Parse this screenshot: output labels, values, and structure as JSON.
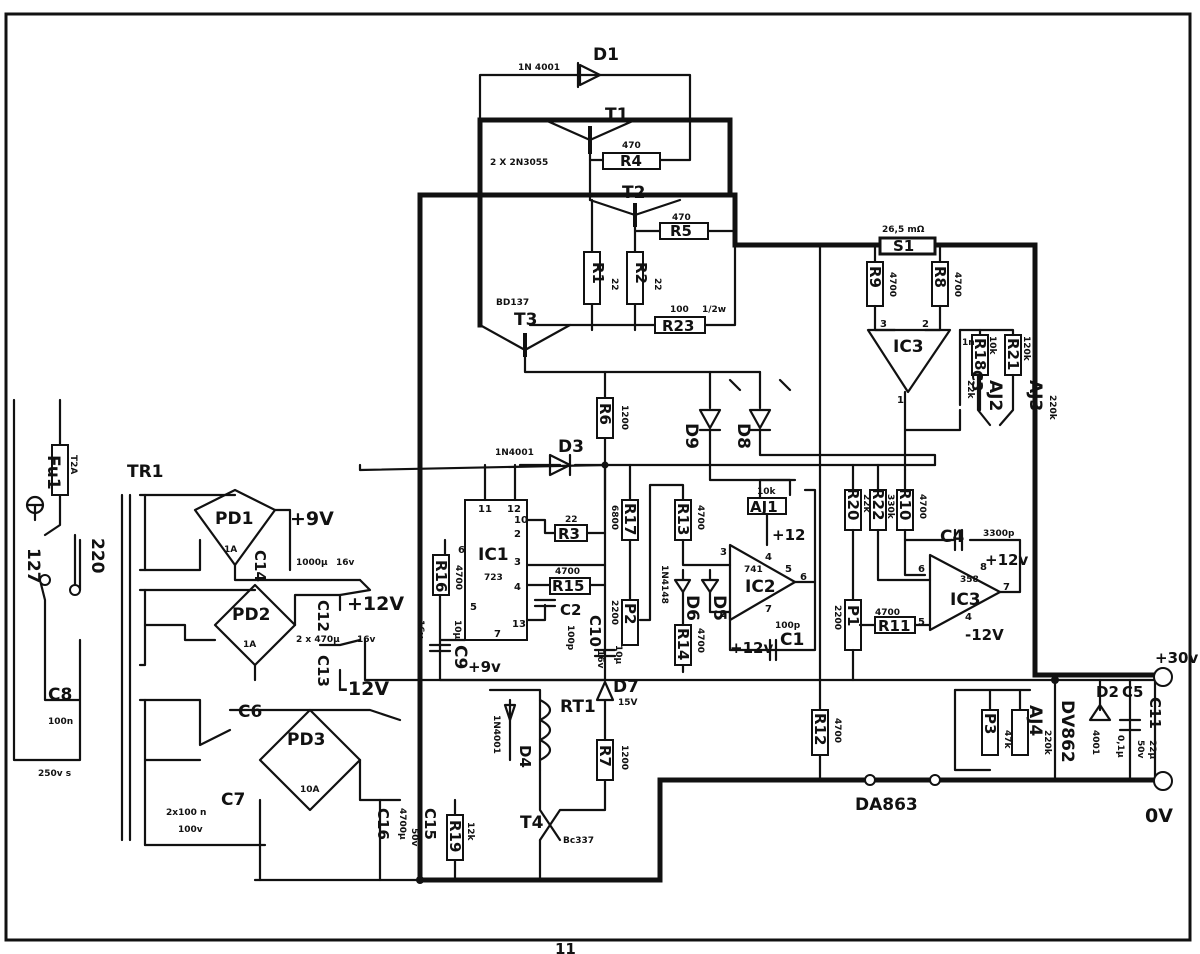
{
  "page_number": "11",
  "transformer": "TR1",
  "fuse": {
    "ref": "Fu1",
    "rating": "T2A"
  },
  "mains": {
    "v1": "127",
    "v2": "220",
    "c8": "C8",
    "c8_value": "100n",
    "c8_voltage": "250v s"
  },
  "transistors": {
    "t1": "T1",
    "t2": "T2",
    "t3": "T3",
    "t4": "T4",
    "t1_t2_type": "2 X 2N3055",
    "t3_type": "BD137",
    "t4_type": "Bc337"
  },
  "diodes": {
    "d1": "D1",
    "d1_type": "1N 4001",
    "d2": "D2",
    "d2_type": "4001",
    "d3": "D3",
    "d3_type": "1N4001",
    "d4": "D4",
    "d4_type": "1N4001",
    "d5": "D5",
    "d6": "D6",
    "d56_type": "1N4148",
    "d7": "D7",
    "d7_value": "15V",
    "d8": "D8",
    "d9": "D9"
  },
  "bridges": {
    "pd1": "PD1",
    "pd1_rating": "1A",
    "pd2": "PD2",
    "pd2_rating": "1A",
    "pd3": "PD3",
    "pd3_rating": "10A"
  },
  "resistors": {
    "r1": "R1",
    "r1_value": "22",
    "r2": "R2",
    "r2_value": "22",
    "r3": "R3",
    "r3_value": "22",
    "r4": "R4",
    "r4_value": "470",
    "r5": "R5",
    "r5_value": "470",
    "r6": "R6",
    "r6_value": "1200",
    "r7": "R7",
    "r7_value": "1200",
    "r8": "R8",
    "r8_value": "4700",
    "r9": "R9",
    "r9_value": "4700",
    "r10": "R10",
    "r10_value": "4700",
    "r11": "R11",
    "r11_value": "4700",
    "r12": "R12",
    "r12_value": "4700",
    "r13": "R13",
    "r13_value": "4700",
    "r14": "R14",
    "r14_value": "4700",
    "r15": "R15",
    "r15_value": "4700",
    "r16": "R16",
    "r16_value": "4700",
    "r17": "R17",
    "r17_value": "6800",
    "r18": "R18",
    "r18_value": "10k",
    "r19": "R19",
    "r19_value": "12k",
    "r20": "R20",
    "r20_value": "22k",
    "r21": "R21",
    "r21_value": "120k",
    "r22": "R22",
    "r22_value": "330k",
    "r23": "R23",
    "r23_value": "100",
    "r23_power": "1/2w"
  },
  "shunt": {
    "ref": "S1",
    "value": "26,5 mΩ"
  },
  "pots": {
    "p1": "P1",
    "p1_value": "2200",
    "p2": "P2",
    "p2_value": "2200",
    "p3": "P3",
    "p3_value": "47k",
    "aj1": "AJ1",
    "aj1_value": "10k",
    "aj2": "AJ2",
    "aj2_value": "22k",
    "aj3": "AJ3",
    "aj3_value": "220k",
    "aj4": "AJ4",
    "aj4_value": "220k"
  },
  "capacitors": {
    "c1": "C1",
    "c1_value": "100p",
    "c2": "C2",
    "c2_value": "100p",
    "c3": "C3",
    "c3_value": "1n",
    "c4": "C4",
    "c4_value": "3300p",
    "c5": "C5",
    "c5_value": "0,1µ",
    "c6": "C6",
    "c7": "C7",
    "c67_value": "2x100 n",
    "c67_voltage": "100v",
    "c9": "C9",
    "c9_value": "10µ",
    "c9_voltage": "16v",
    "c10": "C10",
    "c10_value": "10µ",
    "c10_voltage": "16v",
    "c11": "C11",
    "c11_value": "22µ",
    "c11_voltage": "50v",
    "c12": "C12",
    "c13": "C13",
    "c1213_value": "2 x 470µ",
    "c1213_voltage": "16v",
    "c14": "C14",
    "c14_value": "1000µ",
    "c14_voltage": "16v",
    "c15": "C15",
    "c16": "C16",
    "c1516_value": "4700µ",
    "c1516_voltage": "50v"
  },
  "ics": {
    "ic1": "IC1",
    "ic1_type": "723",
    "ic2": "IC2",
    "ic2_type": "741",
    "ic3": "IC3",
    "ic3_type": "358"
  },
  "relay": "RT1",
  "voltmeters": {
    "dv": "DV862",
    "da": "DA863"
  },
  "rails": {
    "p9": "+9V",
    "p12": "+12V",
    "m12": "-12V",
    "p30": "+30v",
    "zero": "0V",
    "p9in": "+9v",
    "p12a": "+12",
    "p12b": "+12v",
    "p12c": "+12v",
    "m12b": "-12V"
  },
  "colors": {
    "ink": "#111111",
    "paper": "#ffffff"
  }
}
